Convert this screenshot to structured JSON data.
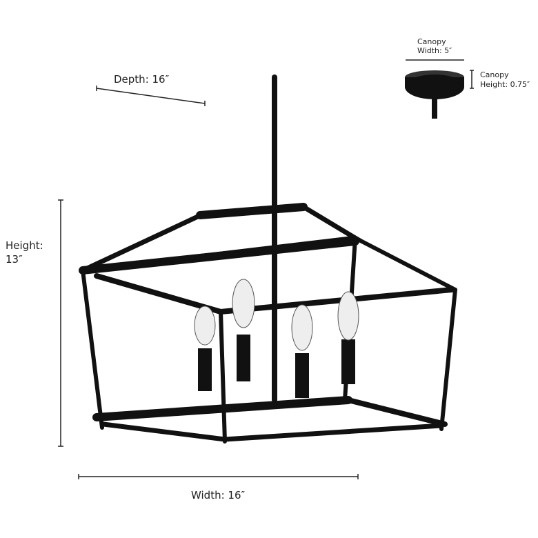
{
  "dimensions": {
    "depth": "Depth: 16″",
    "height_label": "Height:",
    "height_value": "13″",
    "width": "Width: 16″",
    "canopy_width_title": "Canopy",
    "canopy_width_value": "Width: 5″",
    "canopy_height_title": "Canopy",
    "canopy_height_value": "Height: 0.75″"
  }
}
